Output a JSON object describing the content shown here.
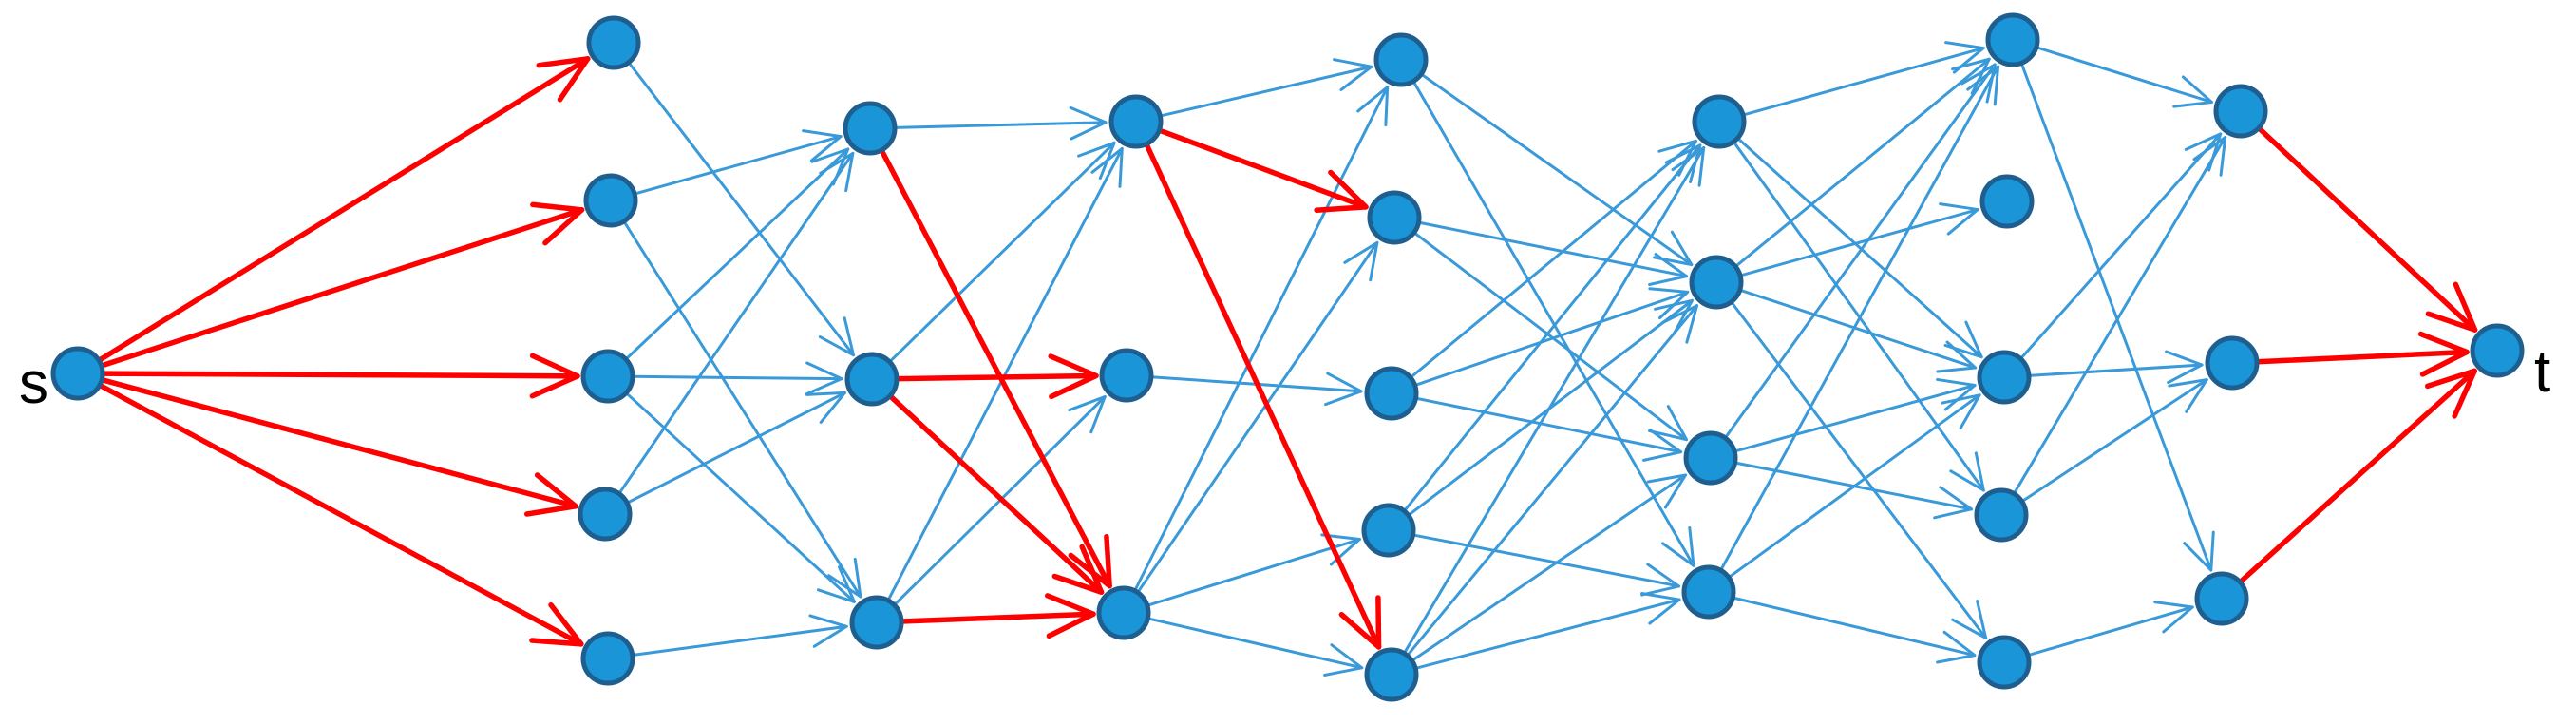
{
  "labels": {
    "source": "s",
    "sink": "t"
  },
  "colors": {
    "node_fill": "#1a96d8",
    "node_stroke": "#1f5f8f",
    "edge_default": "#3a9ad9",
    "edge_highlight": "#ff0000"
  },
  "nodes": [
    "s",
    "a1",
    "a2",
    "a3",
    "a4",
    "a5",
    "b1",
    "b2",
    "b3",
    "c1",
    "c2",
    "c3",
    "d1",
    "d2",
    "d3",
    "d4",
    "d5",
    "e1",
    "e2",
    "e3",
    "e4",
    "f1",
    "f2",
    "f3",
    "f4",
    "f5",
    "g1",
    "g2",
    "g3",
    "t"
  ],
  "highlighted_edges": [
    [
      "s",
      "a1"
    ],
    [
      "s",
      "a2"
    ],
    [
      "s",
      "a3"
    ],
    [
      "s",
      "a4"
    ],
    [
      "s",
      "a5"
    ],
    [
      "b1",
      "c3"
    ],
    [
      "b2",
      "c2"
    ],
    [
      "b2",
      "c3"
    ],
    [
      "b3",
      "c3"
    ],
    [
      "c1",
      "d2"
    ],
    [
      "c1",
      "d5"
    ],
    [
      "g1",
      "t"
    ],
    [
      "g2",
      "t"
    ],
    [
      "g3",
      "t"
    ]
  ],
  "edges": [
    [
      "a1",
      "b2"
    ],
    [
      "a2",
      "b1"
    ],
    [
      "a2",
      "b3"
    ],
    [
      "a3",
      "b1"
    ],
    [
      "a3",
      "b2"
    ],
    [
      "a3",
      "b3"
    ],
    [
      "a4",
      "b1"
    ],
    [
      "a4",
      "b2"
    ],
    [
      "a5",
      "b3"
    ],
    [
      "b1",
      "c1"
    ],
    [
      "b2",
      "c1"
    ],
    [
      "b3",
      "c1"
    ],
    [
      "b3",
      "c2"
    ],
    [
      "c2",
      "d3"
    ],
    [
      "c1",
      "d1"
    ],
    [
      "c3",
      "d1"
    ],
    [
      "c3",
      "d2"
    ],
    [
      "c3",
      "d4"
    ],
    [
      "c3",
      "d5"
    ],
    [
      "d1",
      "e2"
    ],
    [
      "d1",
      "e4"
    ],
    [
      "d2",
      "e2"
    ],
    [
      "d2",
      "e3"
    ],
    [
      "d3",
      "e1"
    ],
    [
      "d3",
      "e2"
    ],
    [
      "d3",
      "e3"
    ],
    [
      "d4",
      "e1"
    ],
    [
      "d4",
      "e2"
    ],
    [
      "d4",
      "e4"
    ],
    [
      "d5",
      "e1"
    ],
    [
      "d5",
      "e2"
    ],
    [
      "d5",
      "e3"
    ],
    [
      "d5",
      "e4"
    ],
    [
      "e1",
      "f1"
    ],
    [
      "e1",
      "f3"
    ],
    [
      "e1",
      "f4"
    ],
    [
      "e2",
      "f1"
    ],
    [
      "e2",
      "f2"
    ],
    [
      "e2",
      "f3"
    ],
    [
      "e2",
      "f5"
    ],
    [
      "e3",
      "f1"
    ],
    [
      "e3",
      "f3"
    ],
    [
      "e3",
      "f4"
    ],
    [
      "e4",
      "f1"
    ],
    [
      "e4",
      "f3"
    ],
    [
      "e4",
      "f5"
    ],
    [
      "f1",
      "g1"
    ],
    [
      "f1",
      "g3"
    ],
    [
      "f3",
      "g1"
    ],
    [
      "f3",
      "g2"
    ],
    [
      "f4",
      "g1"
    ],
    [
      "f4",
      "g2"
    ],
    [
      "f5",
      "g3"
    ]
  ]
}
